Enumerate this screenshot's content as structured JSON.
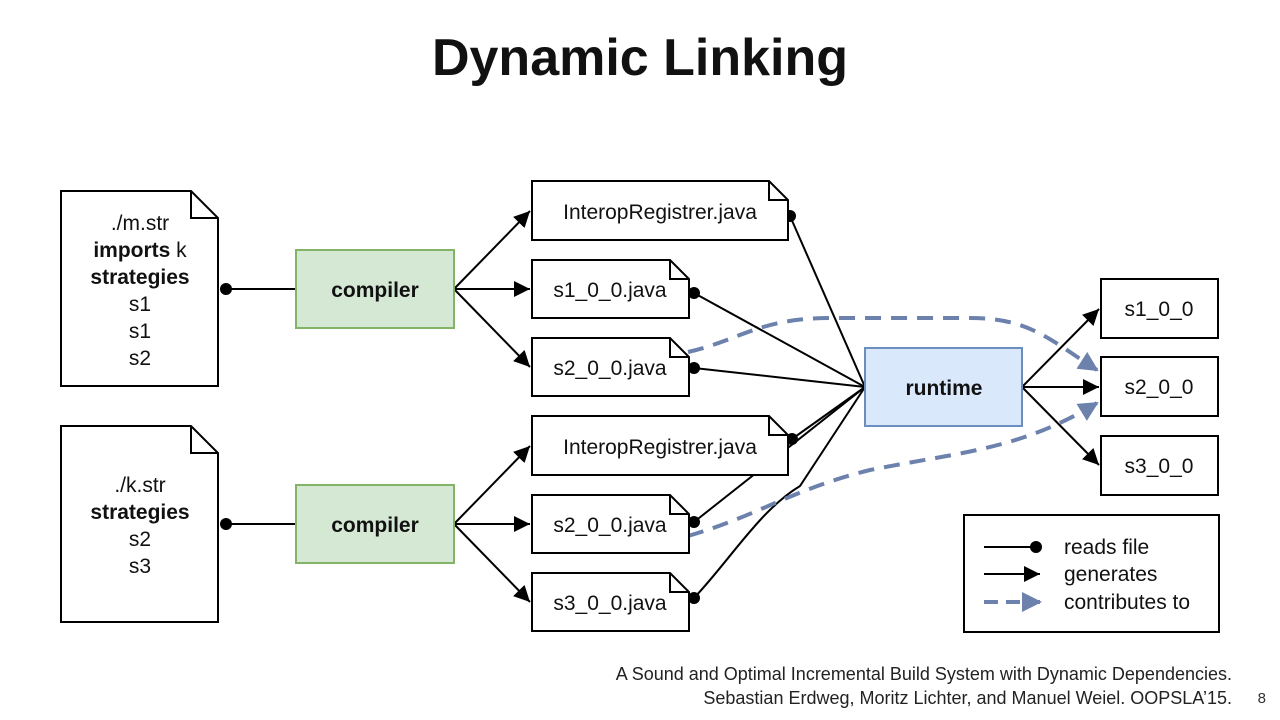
{
  "slide": {
    "title": "Dynamic Linking",
    "page_number": "8",
    "citation": {
      "line1": "A Sound and Optimal Incremental Build System with Dynamic Dependencies.",
      "line2": "Sebastian Erdweg, Moritz Lichter, and Manuel Weiel. OOPSLA’15."
    }
  },
  "source_m": {
    "filename": "./m.str",
    "imports_keyword": "imports",
    "imports_value": "k",
    "strategies_keyword": "strategies",
    "items": [
      "s1",
      "s1",
      "s2"
    ]
  },
  "source_k": {
    "filename": "./k.str",
    "strategies_keyword": "strategies",
    "items": [
      "s2",
      "s3"
    ]
  },
  "compiler_top": {
    "label": "compiler"
  },
  "compiler_bottom": {
    "label": "compiler"
  },
  "generated_top": [
    "InteropRegistrer.java",
    "s1_0_0.java",
    "s2_0_0.java"
  ],
  "generated_bottom": [
    "InteropRegistrer.java",
    "s2_0_0.java",
    "s3_0_0.java"
  ],
  "runtime": {
    "label": "runtime"
  },
  "outputs": [
    "s1_0_0",
    "s2_0_0",
    "s3_0_0"
  ],
  "legend": {
    "reads": "reads file",
    "generates": "generates",
    "contributes": "contributes to"
  },
  "colors": {
    "compiler_fill": "#d5e8d4",
    "compiler_border": "#82b366",
    "runtime_fill": "#dae8fc",
    "runtime_border": "#6c8ebf",
    "contributes_line": "#6c82ad",
    "line": "#000000"
  }
}
